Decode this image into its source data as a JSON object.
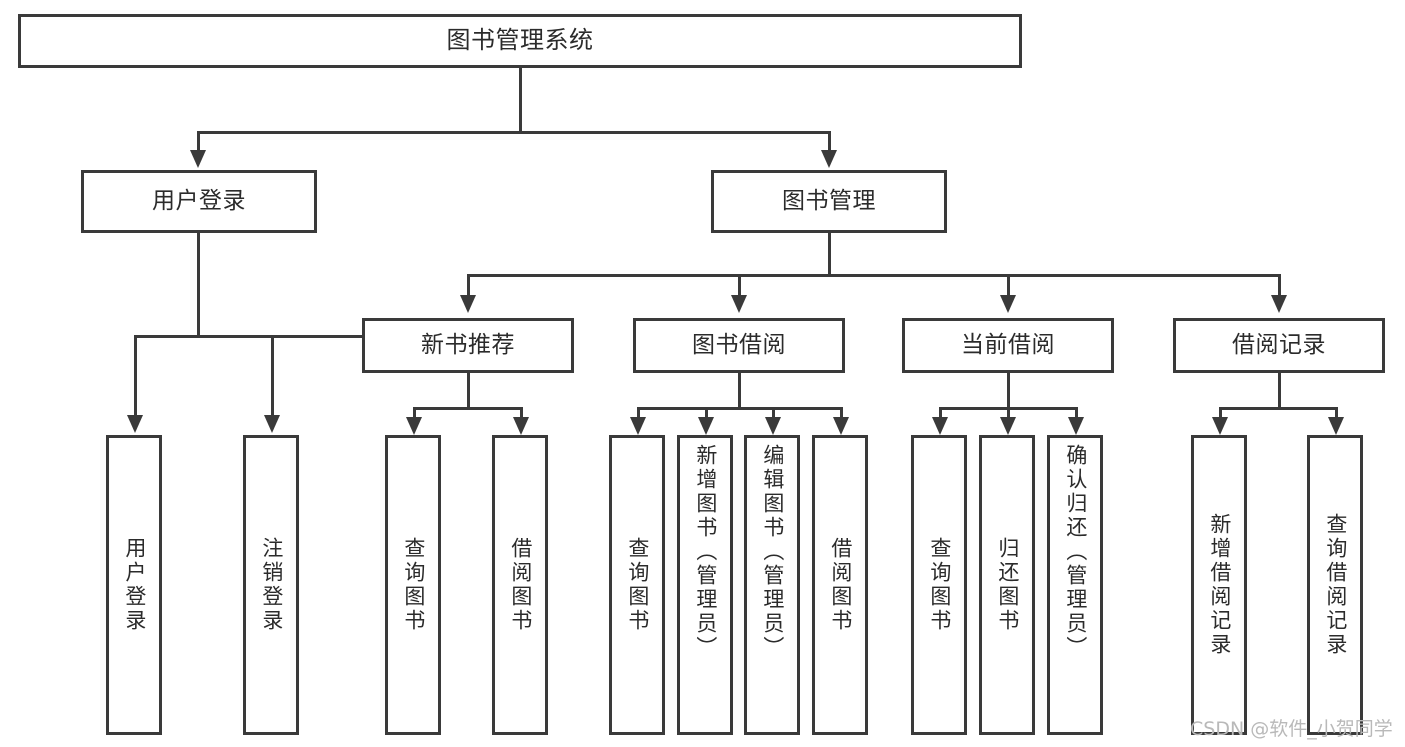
{
  "diagram": {
    "type": "tree-hierarchy-chart",
    "title": "图书管理系统",
    "root": {
      "label": "图书管理系统"
    },
    "level2": [
      {
        "id": "user-login",
        "label": "用户登录"
      },
      {
        "id": "book-manage",
        "label": "图书管理"
      }
    ],
    "level3": [
      {
        "id": "new-book-recommend",
        "label": "新书推荐",
        "parent": "book-manage"
      },
      {
        "id": "book-borrow",
        "label": "图书借阅",
        "parent": "book-manage"
      },
      {
        "id": "current-borrow",
        "label": "当前借阅",
        "parent": "book-manage"
      },
      {
        "id": "borrow-record",
        "label": "借阅记录",
        "parent": "book-manage"
      }
    ],
    "leaves": {
      "user_login": [
        {
          "id": "leaf-user-login",
          "label": "用户登录"
        },
        {
          "id": "leaf-logout-login",
          "label": "注销登录"
        }
      ],
      "new_book_recommend": [
        {
          "id": "leaf-query-book-1",
          "label": "查询图书"
        },
        {
          "id": "leaf-borrow-book-1",
          "label": "借阅图书"
        }
      ],
      "book_borrow": [
        {
          "id": "leaf-query-book-2",
          "label": "查询图书"
        },
        {
          "id": "leaf-add-book",
          "label": "新增图书（管理员）"
        },
        {
          "id": "leaf-edit-book",
          "label": "编辑图书（管理员）"
        },
        {
          "id": "leaf-borrow-book-2",
          "label": "借阅图书"
        }
      ],
      "current_borrow": [
        {
          "id": "leaf-query-book-3",
          "label": "查询图书"
        },
        {
          "id": "leaf-return-book",
          "label": "归还图书"
        },
        {
          "id": "leaf-confirm-return",
          "label": "确认归还（管理员）"
        }
      ],
      "borrow_record": [
        {
          "id": "leaf-add-record",
          "label": "新增借阅记录"
        },
        {
          "id": "leaf-query-record",
          "label": "查询借阅记录"
        }
      ]
    },
    "colors": {
      "stroke": "#3a3a3a",
      "fill": "#ffffff",
      "text": "#2b2b2b",
      "watermark": "#b9b9b9",
      "background": "#ffffff"
    }
  },
  "watermark": {
    "text": "CSDN @软件_小贺同学"
  }
}
